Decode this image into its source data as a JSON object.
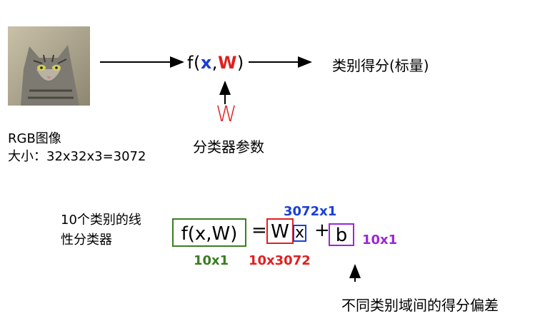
{
  "top": {
    "function_prefix": "f(",
    "function_x": "x",
    "function_comma": ",",
    "function_w": "W",
    "function_suffix": ")",
    "result_label": "类别得分(标量)",
    "param_symbol": "W",
    "param_label": "分类器参数",
    "rgb_title": "RGB图像",
    "rgb_size": "大小：32x32x3=3072"
  },
  "bottom": {
    "classifier_label": "10个类别的线性分类器",
    "eq_fx": "f(x,W)",
    "eq_equals": "=",
    "eq_W": "W",
    "eq_x": "x",
    "eq_plus": "+",
    "eq_b": "b",
    "dim_x": "3072x1",
    "dim_f": "10x1",
    "dim_W": "10x3072",
    "dim_b": "10x1",
    "bias_label": "不同类别域间的得分偏差"
  },
  "colors": {
    "x": "#1a3fd6",
    "W": "#e02020",
    "f": "#3a7d23",
    "b": "#9b27d6"
  }
}
